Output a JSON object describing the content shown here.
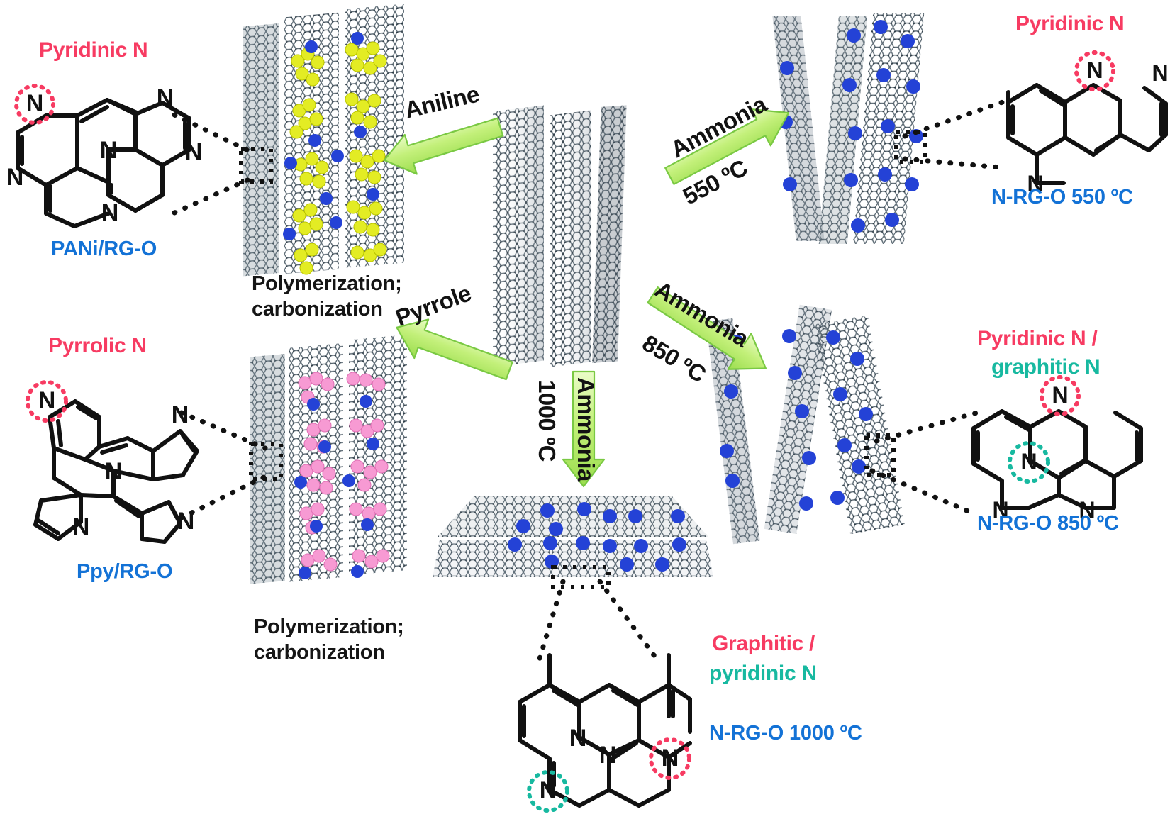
{
  "figure": {
    "type": "reaction-scheme",
    "description": "Synthesis routes to nitrogen-doped reduced graphene oxide (N-RG-O)"
  },
  "colors": {
    "pink": "#f73b62",
    "teal": "#17b9a0",
    "blue_label": "#1372d6",
    "arrow_green_light": "#d8f5a8",
    "arrow_green_edge": "#7ac943",
    "dopant_blue": "#2442d6",
    "pani_yellow": "#e3ec24",
    "ppy_pink": "#f79ad3",
    "sheet_gray": "#6b7b86",
    "black": "#151515"
  },
  "panels": {
    "top_left": {
      "n_type": "Pyridinic N",
      "product": "PANi/RG-O",
      "process_line1": "Polymerization;",
      "process_line2": "carbonization",
      "sheet_dopant_color": "pani_yellow"
    },
    "bottom_left": {
      "n_type": "Pyrrolic N",
      "product": "Ppy/RG-O",
      "process_line1": "Polymerization;",
      "process_line2": "carbonization",
      "sheet_dopant_color": "ppy_pink"
    },
    "top_right": {
      "n_type": "Pyridinic N",
      "product": "N-RG-O 550 ºC"
    },
    "mid_right": {
      "n_type_line1": "Pyridinic N /",
      "n_type_line2": "graphitic N",
      "product": "N-RG-O 850 ºC"
    },
    "bottom_center": {
      "n_type_line1": "Graphitic /",
      "n_type_line2": "pyridinic N",
      "product": "N-RG-O 1000 ºC"
    }
  },
  "arrows": [
    {
      "id": "aniline",
      "label_line1": "Aniline",
      "label_line2": "",
      "direction": "up-left",
      "reagent": "Aniline"
    },
    {
      "id": "pyrrole",
      "label_line1": "Pyrrole",
      "label_line2": "",
      "direction": "down-left",
      "reagent": "Pyrrole"
    },
    {
      "id": "ammonia-550",
      "label_line1": "Ammonia",
      "label_line2": "550 ºC",
      "direction": "up-right",
      "reagent": "Ammonia"
    },
    {
      "id": "ammonia-850",
      "label_line1": "Ammonia",
      "label_line2": "850 ºC",
      "direction": "down-right",
      "reagent": "Ammonia"
    },
    {
      "id": "ammonia-1000",
      "label_line1": "Ammonia",
      "label_line2": "1000 ºC",
      "direction": "down",
      "reagent": "Ammonia"
    }
  ],
  "center": {
    "name": "RG-O starting sheets"
  }
}
